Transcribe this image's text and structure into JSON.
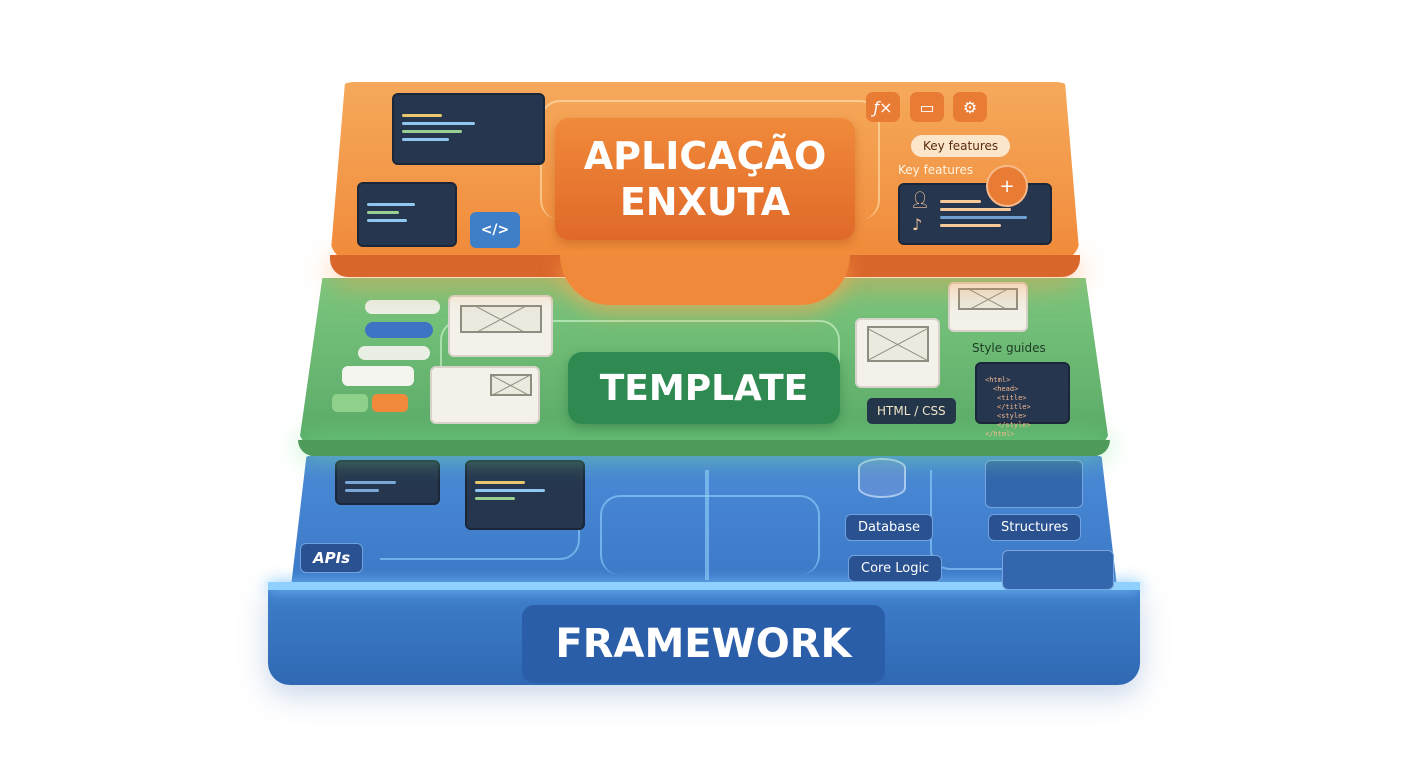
{
  "layers": {
    "application": {
      "title_line1": "APLICAÇÃO",
      "title_line2": "ENXUTA",
      "color": "#f08a3a",
      "labels": {
        "key_features_pill": "Key features",
        "key_features_text": "Key features"
      },
      "icons": [
        "function-icon",
        "monitor-icon",
        "gear-icon",
        "code-icon",
        "add-user-icon",
        "user-icon",
        "music-icon"
      ]
    },
    "template": {
      "title": "TEMPLATE",
      "color": "#5aab68",
      "labels": {
        "style_guides": "Style guides",
        "html_css": "HTML / CSS"
      },
      "code_lines": [
        "<html>",
        "<head>",
        "<title></title>",
        "<style></style>",
        "</html>"
      ]
    },
    "framework": {
      "title": "FRAMEWORK",
      "color": "#3b78c6",
      "labels": {
        "apis": "APIs",
        "database": "Database",
        "structures": "Structures",
        "core_logic": "Core Logic"
      }
    }
  }
}
